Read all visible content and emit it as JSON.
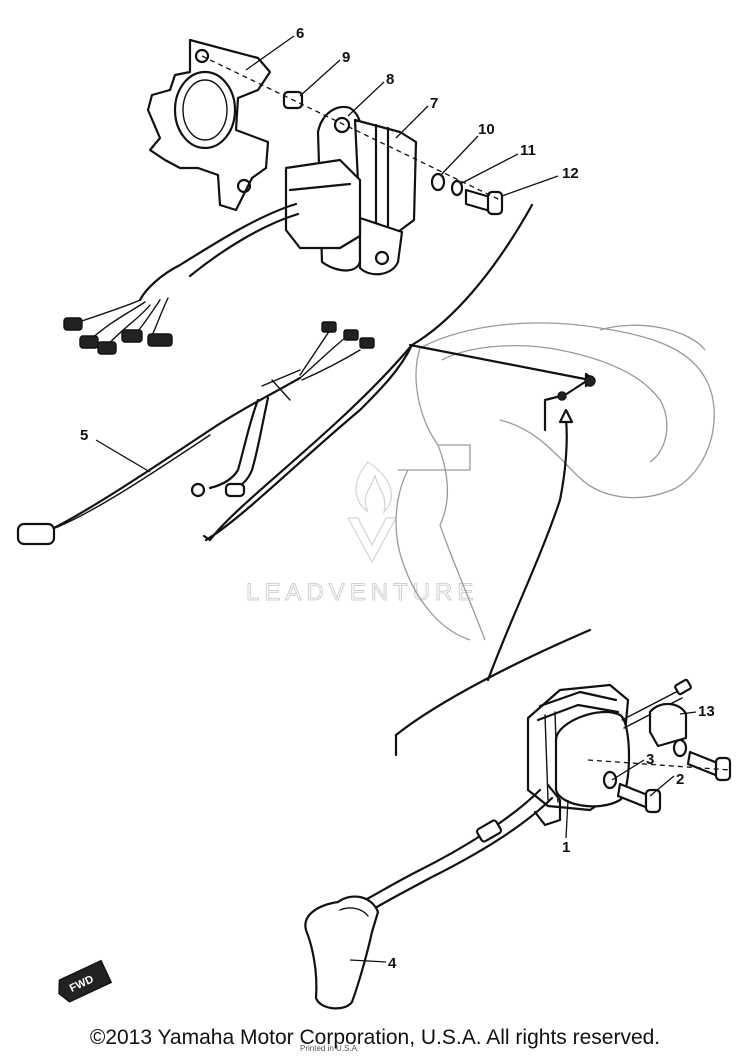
{
  "callouts": {
    "c1": "1",
    "c2": "2",
    "c3": "3",
    "c4": "4",
    "c5": "5",
    "c6": "6",
    "c7": "7",
    "c8": "8",
    "c9": "9",
    "c10": "10",
    "c11": "11",
    "c12": "12",
    "c13": "13"
  },
  "watermark": {
    "text": "LEADVENTURE"
  },
  "direction_badge": {
    "text": "FWD"
  },
  "footer": {
    "copyright": "©2013 Yamaha Motor Corporation, U.S.A. All rights reserved.",
    "print_code": "Printed in U.S.A."
  },
  "colors": {
    "ink": "#111111",
    "watermark": "#d0d0d0",
    "ghost_outline": "#9a9a9a"
  }
}
